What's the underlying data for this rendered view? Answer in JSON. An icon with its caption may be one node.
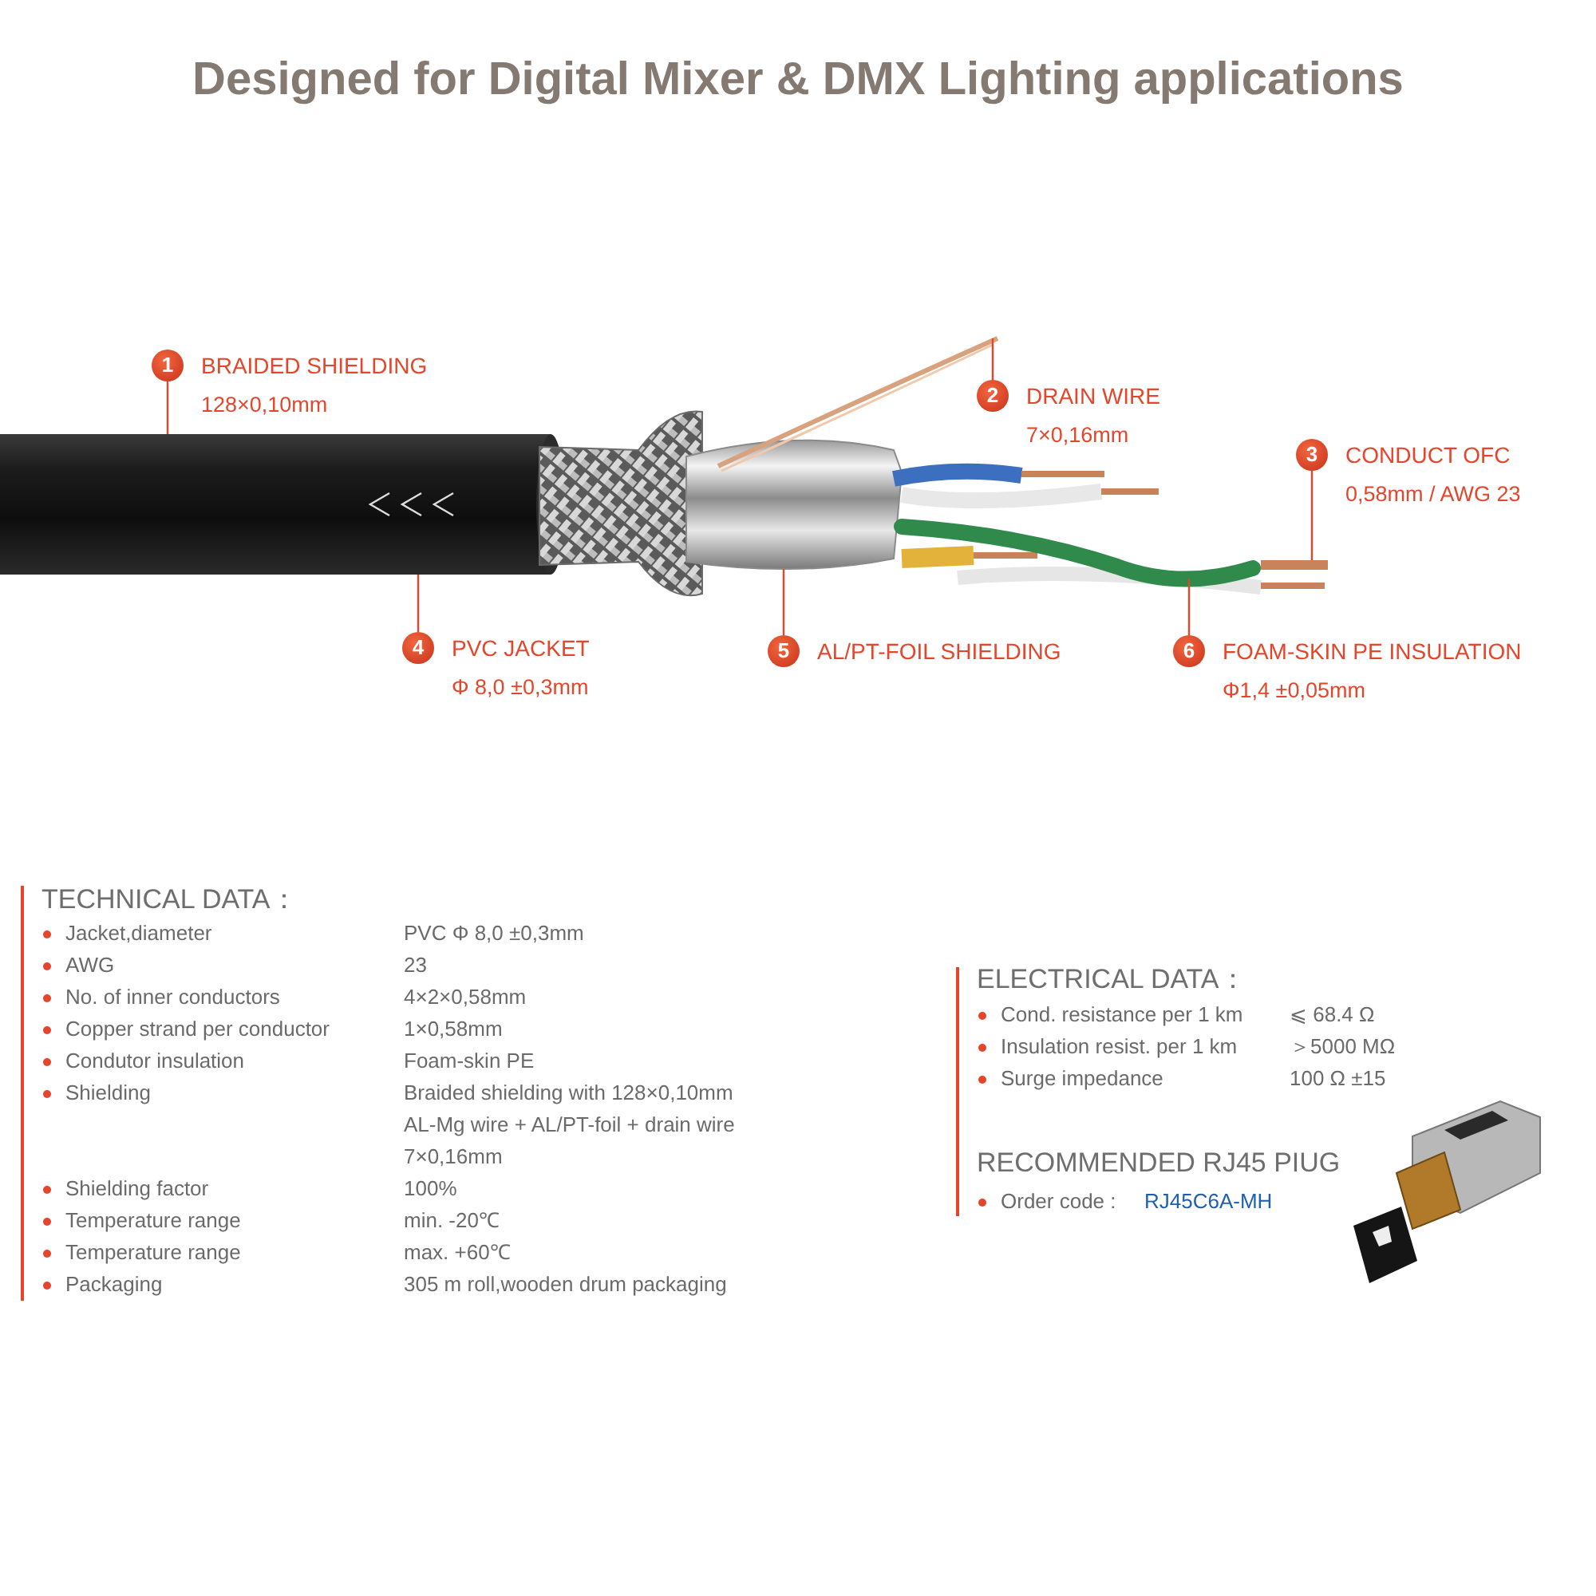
{
  "diagram": {
    "title": "Designed for Digital Mixer & DMX Lighting applications",
    "nodes": [
      {
        "text": [
          "1"
        ],
        "beside": [
          "BRAIDED SHIELDING",
          "128×0,10mm"
        ]
      },
      {
        "text": [
          "2"
        ],
        "beside": [
          "DRAIN WIRE",
          "7×0,16mm"
        ]
      },
      {
        "text": [
          "3"
        ],
        "beside": [
          "CONDUCT OFC",
          "0,58mm / AWG 23"
        ]
      },
      {
        "text": [
          "4"
        ],
        "beside": [
          "PVC JACKET",
          "Φ 8,0 ±0,3mm"
        ]
      },
      {
        "text": [
          "5"
        ],
        "beside": [
          "AL/PT-FOIL SHIELDING"
        ]
      },
      {
        "text": [
          "6"
        ],
        "beside": [
          "FOAM-SKIN PE INSULATION",
          "Φ1,4 ±0,05mm"
        ]
      },
      {
        "text": [],
        "shape": "bar"
      },
      {
        "text": [],
        "shape": "picture"
      },
      {
        "text": [],
        "shape": "picture"
      },
      {
        "text": [],
        "shape": "picture"
      },
      {
        "text": [],
        "shape": "picture"
      },
      {
        "text": [],
        "shape": "bar"
      }
    ],
    "edges": [
      {
        "from": 0,
        "to": 6,
        "arrow": "none"
      },
      {
        "from": 1,
        "to": 9,
        "arrow": "none"
      },
      {
        "from": 2,
        "to": 11,
        "arrow": "none"
      },
      {
        "from": 3,
        "to": 6,
        "arrow": "none"
      },
      {
        "from": 4,
        "to": 8,
        "arrow": "none"
      },
      {
        "from": 5,
        "to": 10,
        "arrow": "none"
      }
    ],
    "labels": [
      "TECHNICAL DATA：",
      "Jacket,diameter",
      "PVC Φ 8,0 ±0,3mm",
      "AWG",
      "23",
      "No. of inner conductors",
      "4×2×0,58mm",
      "Copper strand per conductor",
      "1×0,58mm",
      "Condutor insulation",
      "Foam-skin PE",
      "Shielding",
      "Braided shielding with 128×0,10mm AL-Mg wire + AL/PT-foil + drain wire 7×0,16mm",
      "Shielding factor",
      "100%",
      "Temperature range",
      "min. -20℃",
      "Temperature range",
      "max. +60℃",
      "Packaging",
      "305 m roll,wooden drum packaging",
      "ELECTRICAL DATA：",
      "Cond. resistance per 1 km",
      "⩽ 68.4 Ω",
      "Insulation resist. per 1 km",
      "＞5000 MΩ",
      "Surge impedance",
      "100 Ω ±15",
      "RECOMMENDED RJ45 PIUG",
      "Order code :",
      "RJ45C6A-MH"
    ]
  }
}
